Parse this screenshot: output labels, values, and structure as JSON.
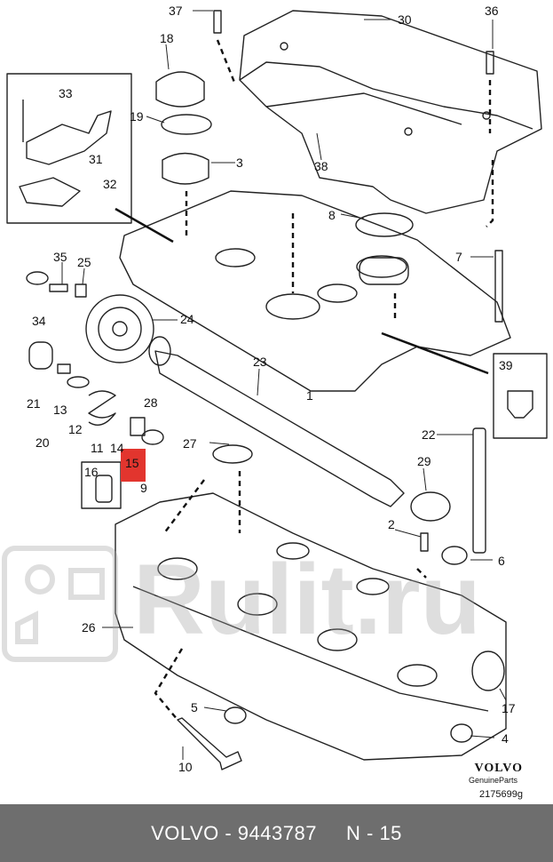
{
  "diagram": {
    "callouts": [
      "37",
      "30",
      "36",
      "18",
      "33",
      "19",
      "3",
      "31",
      "38",
      "32",
      "8",
      "7",
      "35",
      "25",
      "34",
      "24",
      "39",
      "23",
      "21",
      "28",
      "13",
      "1",
      "12",
      "22",
      "20",
      "27",
      "11",
      "14",
      "15",
      "29",
      "16",
      "9",
      "2",
      "6",
      "26",
      "5",
      "17",
      "4",
      "10"
    ],
    "highlighted_callout": "15",
    "highlight_color": "#e2352e"
  },
  "watermark": {
    "text": "Rulit.ru"
  },
  "brand": {
    "name": "VOLVO",
    "subtitle": "GenuineParts",
    "reference": "2175699g"
  },
  "footer": {
    "text": "VOLVO - 9443787     N - 15",
    "background": "#6e6e6e"
  }
}
